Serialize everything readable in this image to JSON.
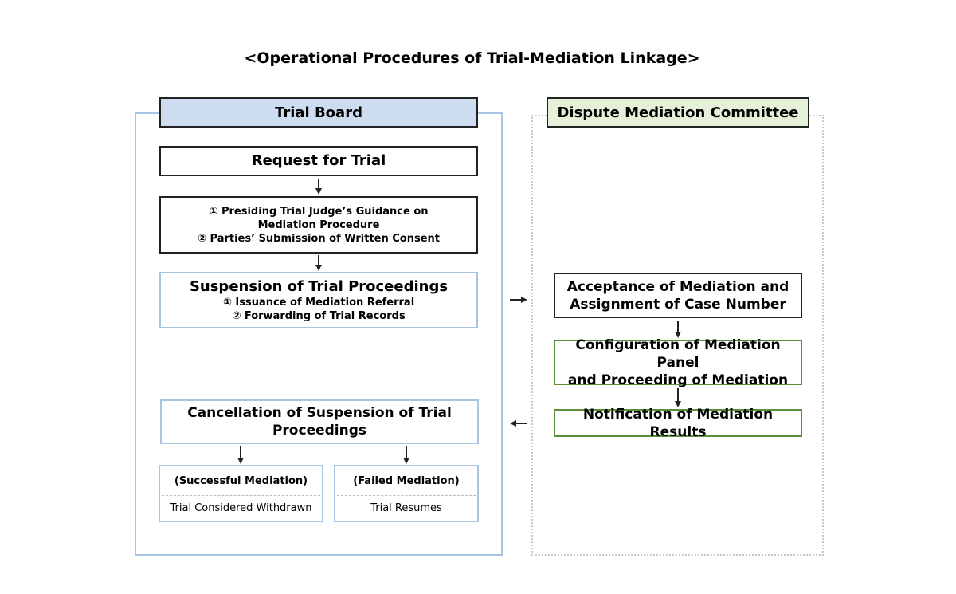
{
  "title": "<Operational Procedures of Trial-Mediation Linkage>",
  "trial_board": {
    "header": "Trial Board",
    "request": "Request for Trial",
    "guidance": {
      "line1": "① Presiding Trial Judge’s Guidance on",
      "line2": "Mediation Procedure",
      "line3": "② Parties’ Submission of Written Consent"
    },
    "suspension": {
      "heading": "Suspension of Trial Proceedings",
      "line1": "① Issuance of Mediation Referral",
      "line2": "② Forwarding of Trial Records"
    },
    "cancellation": {
      "line1": "Cancellation of Suspension of Trial",
      "line2": "Proceedings"
    },
    "successful": {
      "label": "(Successful Mediation)",
      "result": "Trial Considered Withdrawn"
    },
    "failed": {
      "label": "(Failed Mediation)",
      "result": "Trial Resumes"
    }
  },
  "committee": {
    "header": "Dispute Mediation Committee",
    "acceptance": {
      "line1": "Acceptance of Mediation and",
      "line2": "Assignment of Case Number"
    },
    "configuration": {
      "line1": "Configuration of Mediation Panel",
      "line2": "and Proceeding of Mediation"
    },
    "notification": "Notification of Mediation Results"
  },
  "colors": {
    "trial_header_bg": "#cddcee",
    "committee_header_bg": "#e4f0d7",
    "trial_border": "#a9c4e4",
    "committee_box_border": "#5a8f3a"
  }
}
